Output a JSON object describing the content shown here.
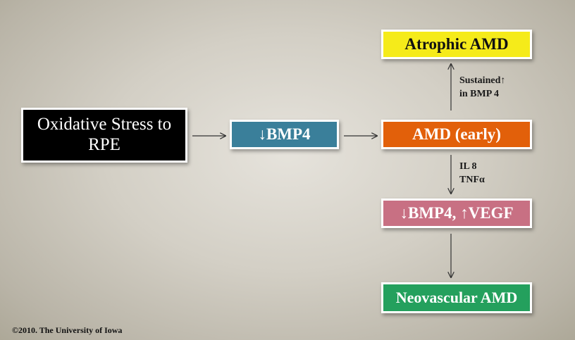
{
  "nodes": {
    "oxidative_stress": "Oxidative Stress to RPE",
    "bmp4_down": "↓BMP4",
    "amd_early": "AMD (early)",
    "atrophic_amd": "Atrophic AMD",
    "bmp4_vegf": "↓BMP4, ↑VEGF",
    "neovascular_amd": "Neovascular AMD"
  },
  "edge_labels": {
    "sustained_line1": "Sustained↑",
    "sustained_line2": "in BMP 4",
    "il8": "IL 8",
    "tnf": "TNFα"
  },
  "footer": {
    "copyright": "©2010. The University of Iowa"
  },
  "colors": {
    "oxidative_stress": "#000000",
    "bmp4_down": "#3a7f9a",
    "amd_early": "#e2600a",
    "atrophic_amd": "#f5eb1a",
    "bmp4_vegf": "#c87083",
    "neovascular_amd": "#24a05d"
  }
}
